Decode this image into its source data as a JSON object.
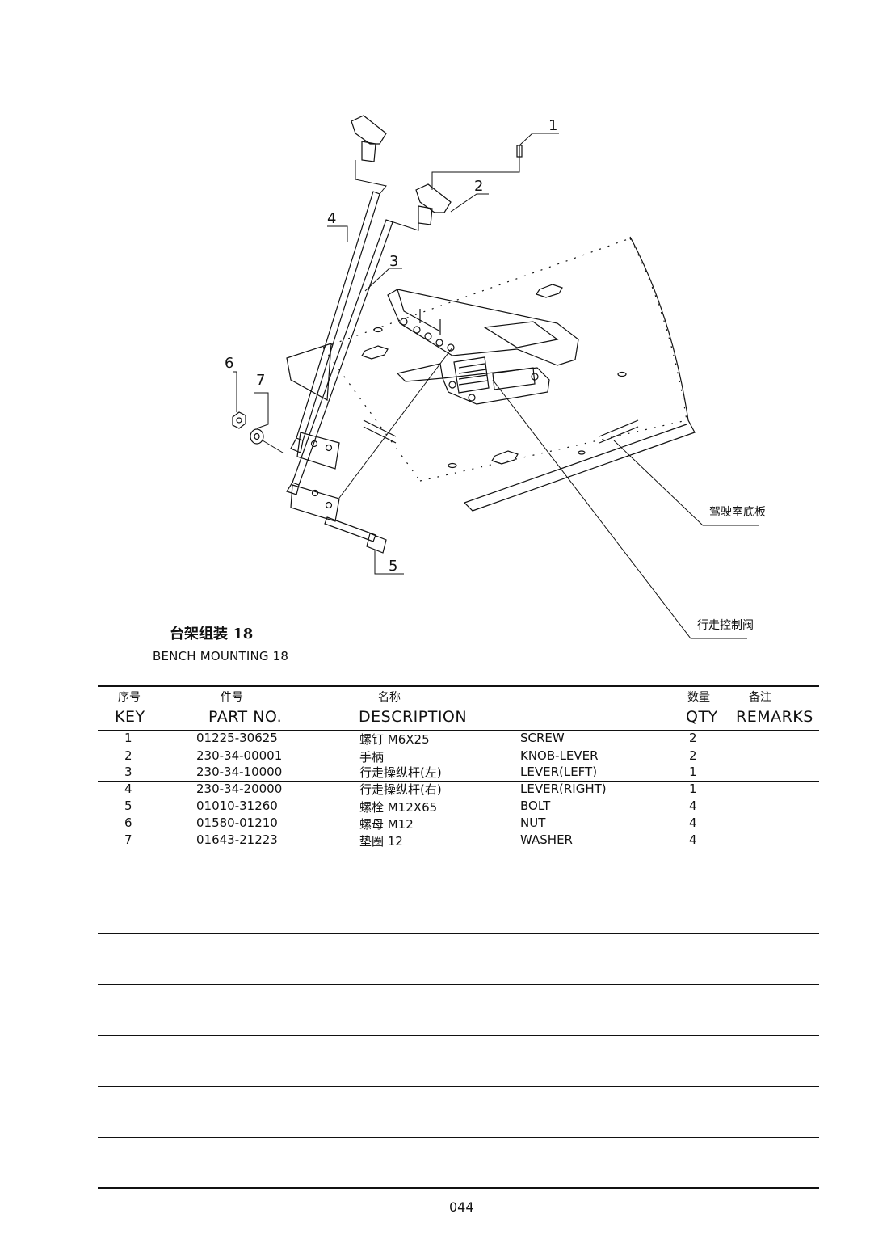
{
  "drawing": {
    "callouts": [
      "1",
      "2",
      "3",
      "4",
      "5",
      "6",
      "7"
    ],
    "floor_label": "驾驶室底板",
    "valve_label": "行走控制阀"
  },
  "title": {
    "cn": "台架组装 18",
    "en": "BENCH MOUNTING 18"
  },
  "table": {
    "headers_cn": {
      "key": "序号",
      "part": "件号",
      "desc": "名称",
      "qty": "数量",
      "remarks": "备注"
    },
    "headers_en": {
      "key": "KEY",
      "part": "PART NO.",
      "desc": "DESCRIPTION",
      "qty": "QTY",
      "remarks": "REMARKS"
    },
    "rows": [
      {
        "key": "1",
        "part": "01225-30625",
        "desc_cn": "螺钉 M6X25",
        "desc_en": "SCREW",
        "qty": "2",
        "remarks": ""
      },
      {
        "key": "2",
        "part": "230-34-00001",
        "desc_cn": "手柄",
        "desc_en": "KNOB-LEVER",
        "qty": "2",
        "remarks": ""
      },
      {
        "key": "3",
        "part": "230-34-10000",
        "desc_cn": "行走操纵杆(左)",
        "desc_en": "LEVER(LEFT)",
        "qty": "1",
        "remarks": ""
      },
      {
        "key": "4",
        "part": "230-34-20000",
        "desc_cn": "行走操纵杆(右)",
        "desc_en": "LEVER(RIGHT)",
        "qty": "1",
        "remarks": ""
      },
      {
        "key": "5",
        "part": "01010-31260",
        "desc_cn": "螺栓 M12X65",
        "desc_en": "BOLT",
        "qty": "4",
        "remarks": ""
      },
      {
        "key": "6",
        "part": "01580-01210",
        "desc_cn": "螺母 M12",
        "desc_en": "NUT",
        "qty": "4",
        "remarks": ""
      },
      {
        "key": "7",
        "part": "01643-21223",
        "desc_cn": "垫圈 12",
        "desc_en": "WASHER",
        "qty": "4",
        "remarks": ""
      }
    ]
  },
  "page_number": "044"
}
